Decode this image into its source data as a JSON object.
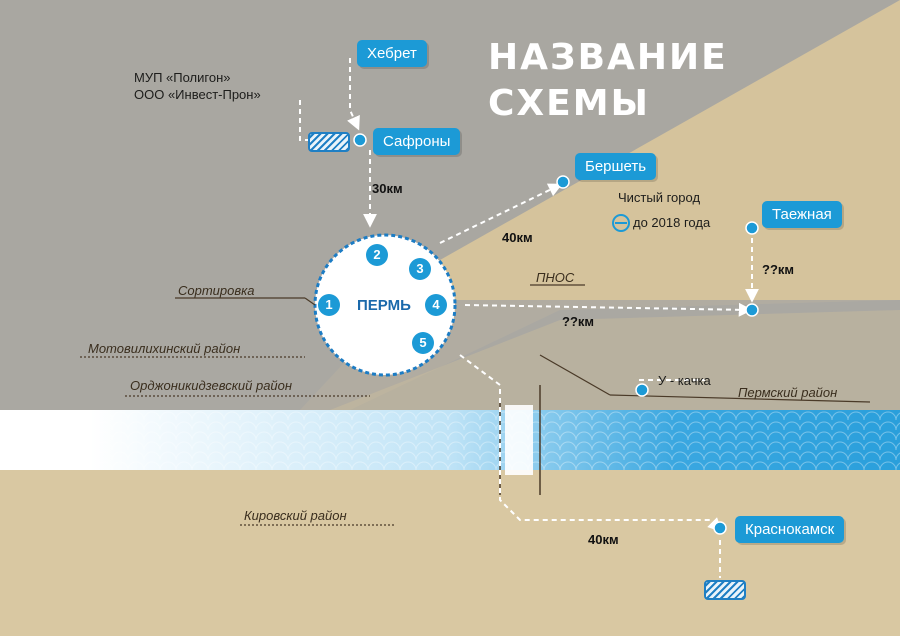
{
  "title": {
    "line1": "НАЗВАНИЕ",
    "line2": "СХЕМЫ"
  },
  "nodes": {
    "khebret": "Хебрет",
    "safrony": "Сафроны",
    "bershet": "Бершеть",
    "taezhnaya": "Таежная",
    "krasnokamsk": "Краснокамск",
    "perm": "ПЕРМЬ"
  },
  "labels": {
    "mup_line1": "МУП «Полигон»",
    "mup_line2": "ООО «Инвест-Прон»",
    "sortirovka": "Сортировка",
    "pnos": "ПНОС",
    "u_kachka": "У - качка"
  },
  "distances": {
    "safrony_perm": "30км",
    "perm_bershet": "40км",
    "taezhnaya_junction": "??км",
    "perm_east": "??км",
    "perm_krasnokamsk": "40км"
  },
  "legend": {
    "clean_city_line1": "Чистый город",
    "clean_city_line2": "до 2018 года"
  },
  "districts": {
    "motovilikhinsky": "Мотовилихинский район",
    "ordzhonikidzevsky": "Орджоникидзевский район",
    "kirovsky": "Кировский район",
    "permsky": "Пермский район"
  },
  "perm_districts": [
    "1",
    "2",
    "3",
    "4",
    "5"
  ],
  "colors": {
    "accent": "#1c9ad6",
    "river": "#2a9fdb",
    "paper": "#d7c6a0",
    "grey": "#a9a7a1"
  }
}
